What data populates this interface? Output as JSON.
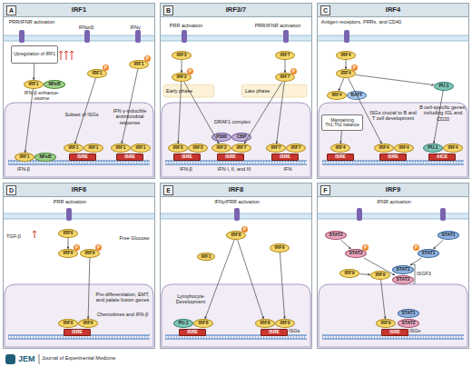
{
  "diagram": {
    "nodes": [
      {
        "text": [
          "A",
          "IRF1"
        ]
      },
      {
        "text": [
          "Upregulation of IRF1"
        ],
        "in": 0
      },
      {
        "text": [
          "IRF1"
        ],
        "in": 0
      },
      {
        "text": [
          "NFκB"
        ],
        "in": 0
      },
      {
        "text": [
          "IRF1"
        ],
        "in": 0
      },
      {
        "text": [
          "IRF1"
        ],
        "in": 0
      },
      {
        "text": [
          "IRF1"
        ],
        "in": 0
      },
      {
        "text": [
          "NFκB"
        ],
        "in": 0
      },
      {
        "text": [
          "IRF1"
        ],
        "in": 0
      },
      {
        "text": [
          "IRF1"
        ],
        "in": 0
      },
      {
        "text": [
          "ISRE"
        ],
        "in": 0
      },
      {
        "text": [
          "IRF1"
        ],
        "in": 0
      },
      {
        "text": [
          "IRF1"
        ],
        "in": 0
      },
      {
        "text": [
          "ISRE"
        ],
        "in": 0
      },
      {
        "text": [
          "B",
          "IRF3/7"
        ]
      },
      {
        "text": [
          "IRF3"
        ],
        "in": 14
      },
      {
        "text": [
          "IRF3"
        ],
        "in": 14
      },
      {
        "text": [
          "IRF7"
        ],
        "in": 14
      },
      {
        "text": [
          "IRF7"
        ],
        "in": 14
      },
      {
        "text": [
          "IRF3"
        ],
        "in": 14
      },
      {
        "text": [
          "IRF3"
        ],
        "in": 14
      },
      {
        "text": [
          "ISRE"
        ],
        "in": 14
      },
      {
        "text": [
          "P300"
        ],
        "in": 14
      },
      {
        "text": [
          "CBP"
        ],
        "in": 14
      },
      {
        "text": [
          "IRF3"
        ],
        "in": 14
      },
      {
        "text": [
          "IRF7"
        ],
        "in": 14
      },
      {
        "text": [
          "ISRE"
        ],
        "in": 14
      },
      {
        "text": [
          "IRF7"
        ],
        "in": 14
      },
      {
        "text": [
          "IRF7"
        ],
        "in": 14
      },
      {
        "text": [
          "ISRE"
        ],
        "in": 14
      },
      {
        "text": [
          "C",
          "IRF4"
        ]
      },
      {
        "text": [
          "IRF4"
        ],
        "in": 30
      },
      {
        "text": [
          "IRF4"
        ],
        "in": 30
      },
      {
        "text": [
          "IRF4"
        ],
        "in": 30
      },
      {
        "text": [
          "BATF"
        ],
        "in": 30
      },
      {
        "text": [
          "Maintaining Th1:Th2 balance"
        ],
        "in": 30
      },
      {
        "text": [
          "PU.1"
        ],
        "in": 30
      },
      {
        "text": [
          "IRF4"
        ],
        "in": 30
      },
      {
        "text": [
          "ISRE"
        ],
        "in": 30
      },
      {
        "text": [
          "IRF4"
        ],
        "in": 30
      },
      {
        "text": [
          "IRF4"
        ],
        "in": 30
      },
      {
        "text": [
          "ISRE"
        ],
        "in": 30
      },
      {
        "text": [
          "PU.1"
        ],
        "in": 30
      },
      {
        "text": [
          "IRF4"
        ],
        "in": 30
      },
      {
        "text": [
          "AICE"
        ],
        "in": 30
      },
      {
        "text": [
          "D",
          "IRF6"
        ]
      },
      {
        "text": [
          "IRF6"
        ],
        "in": 45
      },
      {
        "text": [
          "IRF6"
        ],
        "in": 45
      },
      {
        "text": [
          "IRF6"
        ],
        "in": 45
      },
      {
        "text": [
          "IRF6"
        ],
        "in": 45
      },
      {
        "text": [
          "IRF6"
        ],
        "in": 45
      },
      {
        "text": [
          "ISRE"
        ],
        "in": 45
      },
      {
        "text": [
          "E",
          "IRF8"
        ]
      },
      {
        "text": [
          "IRF8"
        ],
        "in": 52
      },
      {
        "text": [
          "IRF1"
        ],
        "in": 52
      },
      {
        "text": [
          "IRF9"
        ],
        "in": 52
      },
      {
        "text": [
          "PU.1"
        ],
        "in": 52
      },
      {
        "text": [
          "IRF8"
        ],
        "in": 52
      },
      {
        "text": [
          "ISRE"
        ],
        "in": 52
      },
      {
        "text": [
          "IRF8"
        ],
        "in": 52
      },
      {
        "text": [
          "IRF9"
        ],
        "in": 52
      },
      {
        "text": [
          "ISRE"
        ],
        "in": 52
      },
      {
        "text": [
          "F",
          "IRF9"
        ]
      },
      {
        "text": [
          "STAT2"
        ],
        "in": 62
      },
      {
        "text": [
          "STAT2"
        ],
        "in": 62
      },
      {
        "text": [
          "STAT1"
        ],
        "in": 62
      },
      {
        "text": [
          "STAT1"
        ],
        "in": 62
      },
      {
        "text": [
          "IRF9"
        ],
        "in": 62
      },
      {
        "text": [
          "IRF9"
        ],
        "in": 62
      },
      {
        "text": [
          "STAT1"
        ],
        "in": 62
      },
      {
        "text": [
          "STAT2"
        ],
        "in": 62
      },
      {
        "text": [
          "IRF9"
        ],
        "in": 62
      },
      {
        "text": [
          "STAT1"
        ],
        "in": 62
      },
      {
        "text": [
          "STAT2"
        ],
        "in": 62
      },
      {
        "text": [
          "ISRE"
        ],
        "in": 62
      }
    ],
    "edges": [
      {
        "from": 1,
        "to": 2,
        "arrow": "to"
      },
      {
        "from": 2,
        "to": 6,
        "arrow": "to"
      },
      {
        "from": 4,
        "to": 8,
        "arrow": "to"
      },
      {
        "from": 5,
        "to": 11,
        "arrow": "to"
      },
      {
        "from": 15,
        "to": 16,
        "arrow": "to"
      },
      {
        "from": 17,
        "to": 18,
        "arrow": "to"
      },
      {
        "from": 16,
        "to": 19,
        "arrow": "to"
      },
      {
        "from": 16,
        "to": 24,
        "arrow": "to"
      },
      {
        "from": 18,
        "to": 25,
        "arrow": "to"
      },
      {
        "from": 18,
        "to": 27,
        "arrow": "to"
      },
      {
        "from": 31,
        "to": 32,
        "arrow": "to"
      },
      {
        "from": 32,
        "to": 33,
        "arrow": "to"
      },
      {
        "from": 32,
        "to": 39,
        "arrow": "to"
      },
      {
        "from": 32,
        "to": 36,
        "arrow": "to"
      },
      {
        "from": 36,
        "to": 42,
        "arrow": "to"
      },
      {
        "from": 35,
        "to": 37,
        "arrow": "to"
      },
      {
        "from": 46,
        "to": 47,
        "arrow": "to"
      },
      {
        "from": 48,
        "to": 50,
        "arrow": "to"
      },
      {
        "from": 53,
        "to": 57,
        "arrow": "to"
      },
      {
        "from": 53,
        "to": 59,
        "arrow": "to"
      },
      {
        "from": 55,
        "to": 60,
        "arrow": "to"
      },
      {
        "from": 63,
        "to": 64,
        "arrow": "to"
      },
      {
        "from": 65,
        "to": 66,
        "arrow": "to"
      },
      {
        "from": 64,
        "to": 70,
        "arrow": "to"
      },
      {
        "from": 66,
        "to": 69,
        "arrow": "to"
      },
      {
        "from": 67,
        "to": 68,
        "arrow": "to"
      },
      {
        "from": 68,
        "to": 71,
        "arrow": "to"
      }
    ],
    "labels": [
      "PRR/IFNR activation",
      "IFNα/β",
      "IFNγ",
      "IFN-β enhance-osome",
      "IFN-β",
      "Subset of ISGs",
      "IFN γ-inducible antimicrobial response",
      "P",
      "P",
      "PRR activation",
      "PRR/IFNR activation",
      "P",
      "P",
      "Early phase",
      "Late phase",
      "DRAF1 complex",
      "IFN-β",
      "IFN I, II, and III",
      "IFN",
      "Antigen receptors, PRRs, and CD40",
      "P",
      "ISGs crucial to B and T cell development",
      "B cell-specific genes, including IGL and CD20",
      "PRR activation",
      "TGF-β",
      "P",
      "P",
      "Free Glucose",
      "Pro-differentiation, EMT, and palate fusion genes",
      "Chemokines and IFN-β",
      "IFNγ/PRR activation",
      "P",
      "Lymphocyte Development",
      "ISGs",
      "IFNR activation",
      "P",
      "P",
      "ISGF3",
      "ISGs",
      "JEM",
      "Journal of Experimental Medicine"
    ]
  }
}
